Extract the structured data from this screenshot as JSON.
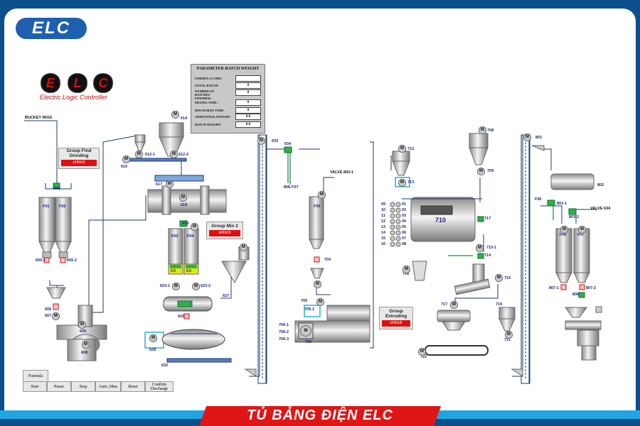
{
  "brand": {
    "logo": "ELC",
    "letters": [
      "E",
      "L",
      "C"
    ],
    "subtitle": "Electric   Logic   Controller",
    "banner": "TỦ BẢNG ĐIỆN ELC"
  },
  "parameter_panel": {
    "title": "PARAMETER BATCH WEIGHT",
    "rows": [
      {
        "label": "FORMULA CODE:",
        "value": ""
      },
      {
        "label": "TOTAL BATCH:",
        "value": "0"
      },
      {
        "label": "NUMBER OF BATCHES FINISHED:",
        "value": "0"
      },
      {
        "label": "MIXING TIME:",
        "value": "0"
      },
      {
        "label": "DISCHARGE TIME:",
        "value": "0"
      },
      {
        "label": "ADDITIONAL WEIGHT:",
        "value": "0.0"
      },
      {
        "label": "BATCH WEIGHT:",
        "value": "0.0"
      }
    ]
  },
  "groups": {
    "fine_grinding": {
      "title": "Group Find Grinding",
      "status": "unlock"
    },
    "mix2": {
      "title": "Group Mix 2",
      "status": "unlock"
    },
    "extruding": {
      "title": "Group Extruding",
      "status": "unlock"
    }
  },
  "labels": {
    "bucket": "BUCKET M316",
    "valve8031": "VALVE 803-1",
    "valve634": "VALVE 634",
    "bin": "BIN F07"
  },
  "control": {
    "tab": "Formula",
    "buttons": [
      "Start",
      "Pause",
      "Stop",
      "Auto_Man",
      "Reset",
      "Confirm Discharge"
    ]
  },
  "tags": {
    "t601": "601",
    "tF01": "F01",
    "tF02": "F02",
    "t6051": "605-1",
    "t6052": "605-2",
    "t606": "606",
    "t607": "607",
    "t609": "609",
    "t608": "608",
    "t614": "614",
    "t6121": "612-1",
    "t6122": "612-2",
    "t616": "616",
    "t617": "617",
    "t618": "618",
    "t619": "619",
    "tF03": "F03",
    "tF04": "F04",
    "t6231": "623-1",
    "t6232": "623-2",
    "t627": "627",
    "t625": "625",
    "t628": "628",
    "t632": "632",
    "t633": "633",
    "t634": "634",
    "tF05": "F05",
    "t704": "704",
    "t705": "705",
    "t7051": "705-1",
    "t7061": "706-1",
    "t7062": "706-2",
    "t7063": "706-3",
    "t706": "706",
    "t712": "712",
    "t713": "713",
    "t708": "708",
    "t709": "709",
    "t710": "710",
    "t717": "717",
    "t714": "714",
    "t7151": "715-1",
    "t716": "716",
    "t715": "715",
    "t7172": "717",
    "t719": "719",
    "t721": "721",
    "t722": "722",
    "t801": "801",
    "t802": "802",
    "t805": "F05",
    "t8031": "803-1",
    "t8032": "803-2",
    "tF06": "F06",
    "tF07": "F07",
    "t8071": "807-1",
    "t8072": "807-2",
    "t808": "808",
    "r09": "09",
    "r10": "10",
    "r11": "11",
    "r12": "12",
    "r13": "13",
    "r14": "14",
    "r15": "15",
    "r16": "16",
    "v01": "01",
    "v02": "02",
    "v03": "03",
    "v04": "04",
    "v05": "05",
    "v06": "06",
    "v07": "07",
    "v08": "08",
    "m": "M",
    "w1": "0.0",
    "w2": "0.0"
  },
  "colors": {
    "accent": "#1f5fb0",
    "alarm": "#e01010",
    "valve_on": "#2db14a",
    "line": "#1a3a6b"
  }
}
